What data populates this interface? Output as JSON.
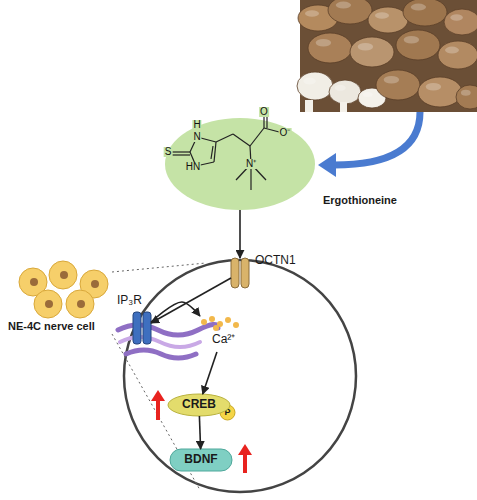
{
  "diagram": {
    "nodes": [
      {
        "text": [
          "Ergothioneine"
        ]
      },
      {
        "text": [
          "OCTN1"
        ]
      },
      {
        "text": [
          "IP₃R"
        ]
      },
      {
        "text": [
          "Ca²⁺"
        ]
      },
      {
        "text": [
          "CREB"
        ]
      },
      {
        "text": [
          "P"
        ],
        "in": 4
      },
      {
        "text": [
          "BDNF"
        ]
      },
      {
        "text": [
          "NE-4C nerve cell"
        ]
      }
    ],
    "edges": [
      {
        "from": 0,
        "to": 1,
        "arrow": "to"
      },
      {
        "from": 1,
        "to": 2,
        "arrow": "to"
      },
      {
        "from": 2,
        "to": 3,
        "arrow": "to"
      },
      {
        "from": 3,
        "to": 4,
        "arrow": "to"
      },
      {
        "from": 4,
        "to": 6,
        "arrow": "to"
      }
    ],
    "labels": [
      "S",
      "H",
      "N",
      "HN",
      "O",
      "O⁻",
      "N⁺"
    ]
  }
}
